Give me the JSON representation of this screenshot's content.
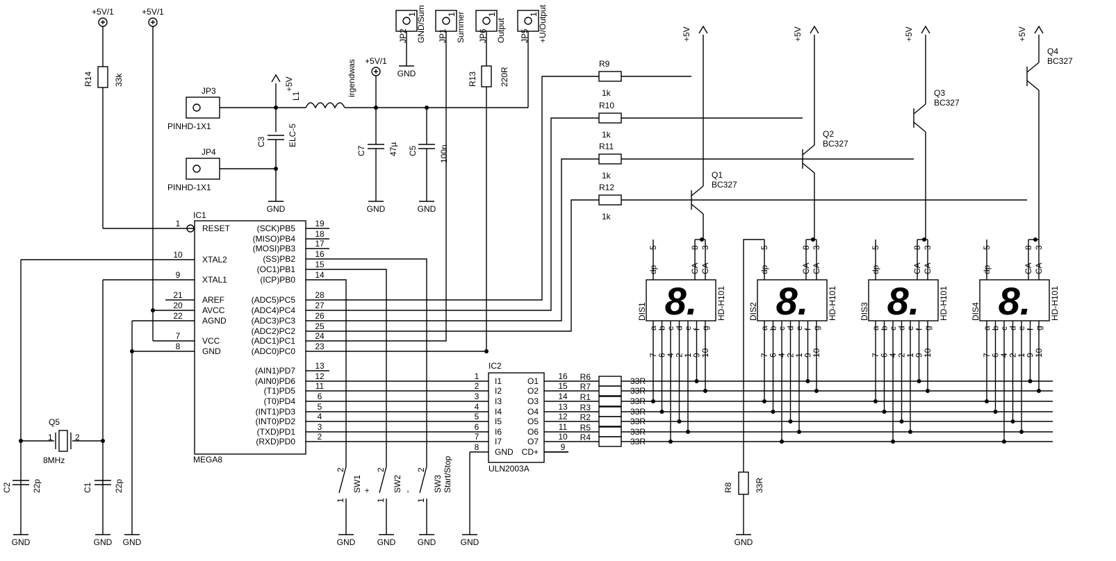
{
  "power": {
    "v5": "+5V",
    "v5_1": "+5V/1",
    "gnd": "GND"
  },
  "ic1": {
    "ref": "IC1",
    "value": "MEGA8",
    "left_pins": [
      {
        "num": "1",
        "name": "RESET"
      },
      {
        "num": "10",
        "name": "XTAL2"
      },
      {
        "num": "9",
        "name": "XTAL1"
      },
      {
        "num": "21",
        "name": "AREF"
      },
      {
        "num": "20",
        "name": "AVCC"
      },
      {
        "num": "22",
        "name": "AGND"
      },
      {
        "num": "7",
        "name": "VCC"
      },
      {
        "num": "8",
        "name": "GND"
      }
    ],
    "right_pins": [
      {
        "num": "19",
        "name": "(SCK)PB5"
      },
      {
        "num": "18",
        "name": "(MISO)PB4"
      },
      {
        "num": "17",
        "name": "(MOSI)PB3"
      },
      {
        "num": "16",
        "name": "(SS)PB2"
      },
      {
        "num": "15",
        "name": "(OC1)PB1"
      },
      {
        "num": "14",
        "name": "(ICP)PB0"
      },
      {
        "num": "28",
        "name": "(ADC5)PC5"
      },
      {
        "num": "27",
        "name": "(ADC4)PC4"
      },
      {
        "num": "26",
        "name": "(ADC3)PC3"
      },
      {
        "num": "25",
        "name": "(ADC2)PC2"
      },
      {
        "num": "24",
        "name": "(ADC1)PC1"
      },
      {
        "num": "23",
        "name": "(ADC0)PC0"
      },
      {
        "num": "13",
        "name": "(AIN1)PD7"
      },
      {
        "num": "12",
        "name": "(AIN0)PD6"
      },
      {
        "num": "11",
        "name": "(T1)PD5"
      },
      {
        "num": "6",
        "name": "(T0)PD4"
      },
      {
        "num": "5",
        "name": "(INT1)PD3"
      },
      {
        "num": "4",
        "name": "(INT0)PD2"
      },
      {
        "num": "3",
        "name": "(TXD)PD1"
      },
      {
        "num": "2",
        "name": "(RXD)PD0"
      }
    ]
  },
  "ic2": {
    "ref": "IC2",
    "value": "ULN2003A",
    "left_pins": [
      {
        "num": "1",
        "name": "I1"
      },
      {
        "num": "2",
        "name": "I2"
      },
      {
        "num": "3",
        "name": "I3"
      },
      {
        "num": "4",
        "name": "I4"
      },
      {
        "num": "5",
        "name": "I5"
      },
      {
        "num": "6",
        "name": "I6"
      },
      {
        "num": "7",
        "name": "I7"
      },
      {
        "num": "8",
        "name": "GND"
      }
    ],
    "right_pins": [
      {
        "num": "16",
        "name": "O1"
      },
      {
        "num": "15",
        "name": "O2"
      },
      {
        "num": "14",
        "name": "O3"
      },
      {
        "num": "13",
        "name": "O4"
      },
      {
        "num": "12",
        "name": "O5"
      },
      {
        "num": "11",
        "name": "O6"
      },
      {
        "num": "10",
        "name": "O7"
      },
      {
        "num": "9",
        "name": "CD+"
      }
    ]
  },
  "seg_resistors": [
    {
      "ref": "R6",
      "value": "33R"
    },
    {
      "ref": "R7",
      "value": "33R"
    },
    {
      "ref": "R1",
      "value": "33R"
    },
    {
      "ref": "R3",
      "value": "33R"
    },
    {
      "ref": "R2",
      "value": "33R"
    },
    {
      "ref": "R5",
      "value": "33R"
    },
    {
      "ref": "R4",
      "value": "33R"
    }
  ],
  "base_resistors": [
    {
      "ref": "R9",
      "value": "1k"
    },
    {
      "ref": "R10",
      "value": "1k"
    },
    {
      "ref": "R11",
      "value": "1k"
    },
    {
      "ref": "R12",
      "value": "1k"
    }
  ],
  "transistors": [
    {
      "ref": "Q1",
      "value": "BC327"
    },
    {
      "ref": "Q2",
      "value": "BC327"
    },
    {
      "ref": "Q3",
      "value": "BC327"
    },
    {
      "ref": "Q4",
      "value": "BC327"
    }
  ],
  "displays": [
    {
      "ref": "DIS1",
      "value": "HD-H101"
    },
    {
      "ref": "DIS2",
      "value": "HD-H101"
    },
    {
      "ref": "DIS3",
      "value": "HD-H101"
    },
    {
      "ref": "DIS4",
      "value": "HD-H101"
    }
  ],
  "display_glyph": "8.",
  "display_top_pins": [
    "5",
    "8",
    "3"
  ],
  "display_top_labels": [
    "dp",
    "CA",
    "CA"
  ],
  "display_bottom_labels": [
    "a",
    "b",
    "c",
    "d",
    "e",
    "f",
    "g"
  ],
  "display_bottom_pins": [
    "7",
    "6",
    "4",
    "2",
    "1",
    "9",
    "10"
  ],
  "parts": {
    "r14": {
      "ref": "R14",
      "value": "33k"
    },
    "r13": {
      "ref": "R13",
      "value": "220R"
    },
    "r8": {
      "ref": "R8",
      "value": "33R"
    },
    "c1": {
      "ref": "C1",
      "value": "22p"
    },
    "c2": {
      "ref": "C2",
      "value": "22p"
    },
    "c3": {
      "ref": "C3",
      "value": "ELC-5"
    },
    "c5": {
      "ref": "C5",
      "value": "100n"
    },
    "c7": {
      "ref": "C7",
      "value": "47µ"
    },
    "l1": {
      "ref": "L1",
      "value": "irgendwas"
    },
    "q5": {
      "ref": "Q5",
      "value": "8MHz"
    },
    "jp3": {
      "ref": "JP3",
      "value": "PINHD-1X1"
    },
    "jp4": {
      "ref": "JP4",
      "value": "PINHD-1X1"
    }
  },
  "jumpers": [
    {
      "ref": "JP2",
      "label": "GND/Sum"
    },
    {
      "ref": "JP1",
      "label": "Summer"
    },
    {
      "ref": "JP6",
      "label": "Output"
    },
    {
      "ref": "JP5",
      "label": "+U/Output"
    }
  ],
  "switches": [
    {
      "ref": "SW1",
      "label": "+"
    },
    {
      "ref": "SW2",
      "label": "-"
    },
    {
      "ref": "SW3",
      "label": "Start/Stop"
    }
  ],
  "pin_one": "1",
  "pin_two": "2"
}
